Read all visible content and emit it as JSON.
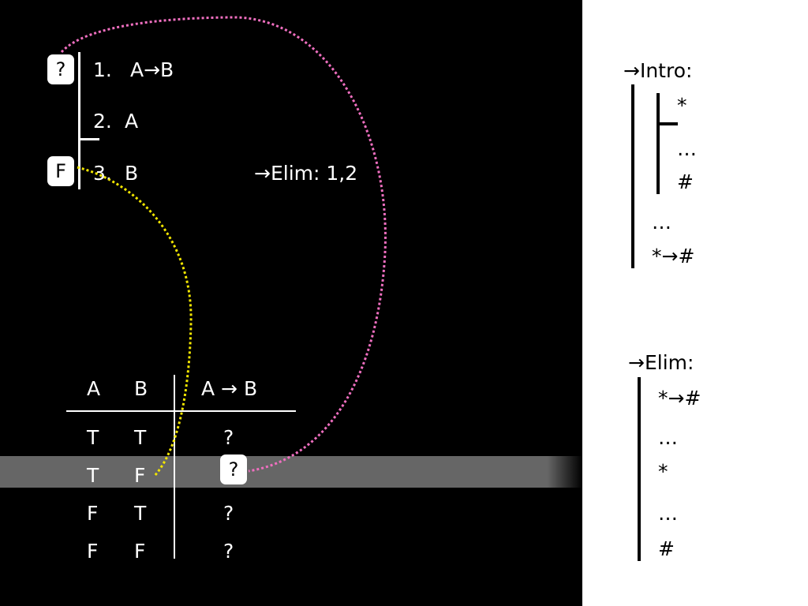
{
  "proof": {
    "lines": [
      {
        "num": "1.",
        "formula": "A→B"
      },
      {
        "num": "2.",
        "formula": "A"
      },
      {
        "num": "3.",
        "formula": "B",
        "justification": "→Elim: 1,2"
      }
    ],
    "tags": {
      "line1": "?",
      "line3": "F"
    }
  },
  "truth_table": {
    "headers": [
      "A",
      "B",
      "A → B"
    ],
    "rows": [
      [
        "T",
        "T",
        "?"
      ],
      [
        "T",
        "F",
        "?"
      ],
      [
        "F",
        "T",
        "?"
      ],
      [
        "F",
        "F",
        "?"
      ]
    ],
    "highlighted_row_index": 1
  },
  "rules": {
    "intro": {
      "title": "→Intro:",
      "inner": [
        "*",
        "…",
        "#"
      ],
      "outer": [
        "…",
        "*→#"
      ]
    },
    "elim": {
      "title": "→Elim:",
      "lines": [
        "*→#",
        "…",
        "*",
        "…",
        "#"
      ]
    }
  },
  "colors": {
    "pink_connector": "#f06fc0",
    "yellow_connector": "#f2e600",
    "highlight_band": "#666666"
  }
}
